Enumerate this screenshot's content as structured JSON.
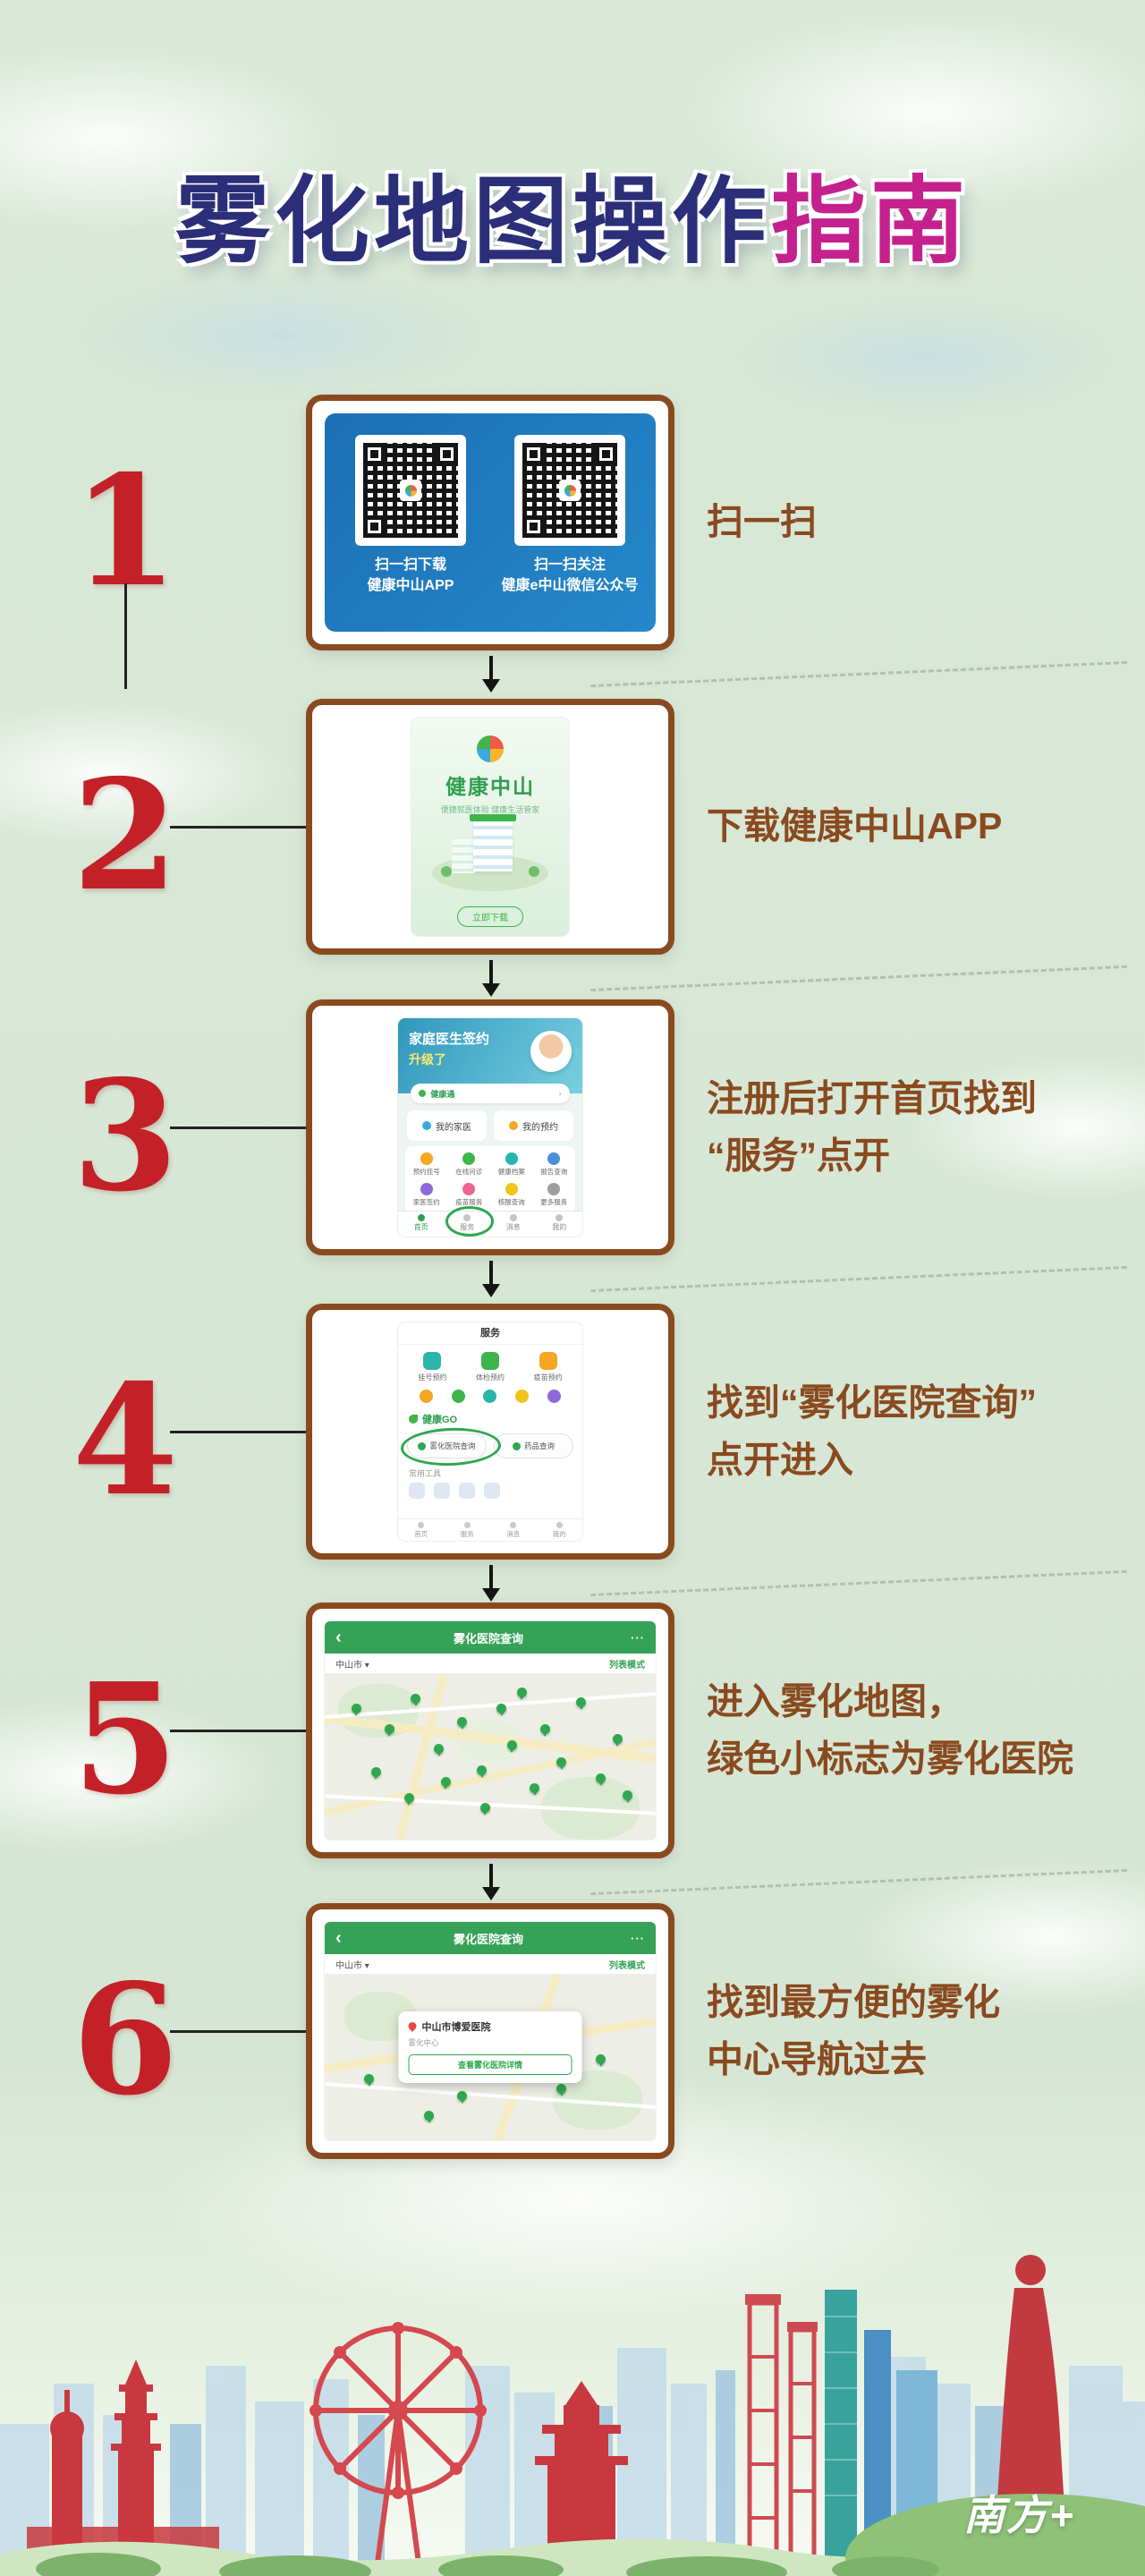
{
  "title": {
    "main": "雾化地图操作",
    "accent": "指南"
  },
  "colors": {
    "title_main": "#2b2e78",
    "title_accent": "#c4218c",
    "step_number": "#c32127",
    "box_border": "#8a4a1f",
    "caption": "#8a4a1f",
    "app_green": "#2ea84f",
    "qr_panel_blue": "#1d71b8",
    "map_header_green": "#35a257"
  },
  "steps": [
    {
      "number": "1",
      "caption": "扫一扫",
      "shot": {
        "qr_left_caption": "扫一扫下载\n健康中山APP",
        "qr_right_caption": "扫一扫关注\n健康e中山微信公众号"
      }
    },
    {
      "number": "2",
      "caption": "下载健康中山APP",
      "shot": {
        "app_name": "健康中山",
        "tagline": "便捷就医体验 健康生活管家",
        "download_button": "立即下载"
      }
    },
    {
      "number": "3",
      "caption": "注册后打开首页找到\n“服务”点开",
      "shot": {
        "banner_line1": "家庭医生签约",
        "banner_line2": "升级了",
        "pill": "健康通",
        "card_left": "我的家医",
        "card_right": "我的预约",
        "grid": [
          "预约挂号",
          "在线问诊",
          "健康档案",
          "报告查询",
          "家医签约",
          "疫苗服务",
          "核酸查询",
          "更多服务"
        ],
        "nav": [
          "首页",
          "服务",
          "消息",
          "我的"
        ]
      }
    },
    {
      "number": "4",
      "caption": "找到“雾化医院查询”\n点开进入",
      "shot": {
        "title": "服务",
        "row1": [
          "挂号预约",
          "体检预约",
          "疫苗预约"
        ],
        "brand": "健康GO",
        "highlight_item": "雾化医院查询",
        "item_other": "药品查询",
        "section": "常用工具",
        "nav": [
          "首页",
          "服务",
          "消息",
          "我的"
        ]
      }
    },
    {
      "number": "5",
      "caption": "进入雾化地图，\n绿色小标志为雾化医院",
      "shot": {
        "header": "雾化医院查询",
        "back": "‹",
        "menu": "···",
        "city": "中山市 ▾",
        "mode": "列表模式"
      }
    },
    {
      "number": "6",
      "caption": "找到最方便的雾化\n中心导航过去",
      "shot": {
        "header": "雾化医院查询",
        "back": "‹",
        "menu": "···",
        "city": "中山市 ▾",
        "mode": "列表模式",
        "popup_title": "中山市博爱医院",
        "popup_sub": "雾化中心",
        "popup_button": "查看雾化医院详情"
      }
    }
  ],
  "footer": {
    "logo": "南方+"
  }
}
